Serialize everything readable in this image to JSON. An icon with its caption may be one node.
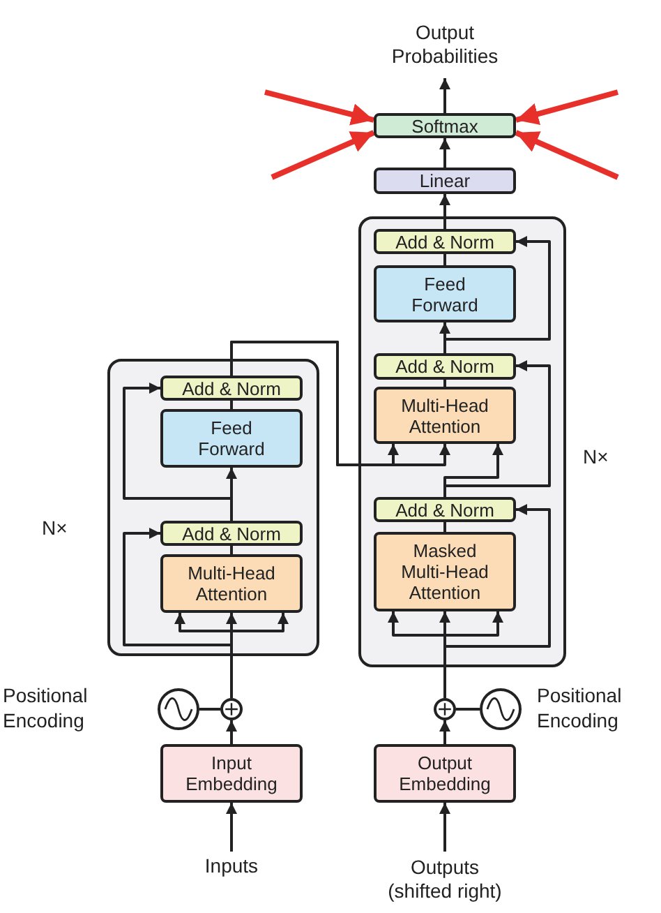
{
  "diagram": {
    "nodes": [
      {
        "text": [],
        "shape": "box"
      },
      {
        "text": [
          "Add & Norm"
        ],
        "in": 0
      },
      {
        "text": [
          "Feed Forward"
        ],
        "in": 0
      },
      {
        "text": [
          "Add & Norm"
        ],
        "in": 0
      },
      {
        "text": [
          "Multi-Head Attention"
        ],
        "in": 0
      },
      {
        "text": [],
        "shape": "box"
      },
      {
        "text": [
          "Add & Norm"
        ],
        "in": 5
      },
      {
        "text": [
          "Feed Forward"
        ],
        "in": 5
      },
      {
        "text": [
          "Add & Norm"
        ],
        "in": 5
      },
      {
        "text": [
          "Multi-Head Attention"
        ],
        "in": 5
      },
      {
        "text": [
          "Add & Norm"
        ],
        "in": 5
      },
      {
        "text": [
          "Masked Multi-Head Attention"
        ],
        "in": 5
      },
      {
        "text": [
          "Linear"
        ]
      },
      {
        "text": [
          "Softmax"
        ]
      },
      {
        "text": [
          "Output Probabilities"
        ]
      },
      {
        "text": [
          "Input Embedding"
        ]
      },
      {
        "text": [
          "Output Embedding"
        ]
      },
      {
        "text": [
          "Inputs"
        ]
      },
      {
        "text": [
          "Outputs (shifted right)"
        ]
      },
      {
        "text": [],
        "shape": "circle"
      },
      {
        "text": [],
        "shape": "circle",
        "beside": [
          "Positional Encoding"
        ]
      },
      {
        "text": [],
        "shape": "circle"
      },
      {
        "text": [],
        "shape": "circle",
        "beside": [
          "Positional Encoding"
        ]
      }
    ],
    "edges": [
      {
        "from": 17,
        "to": 15,
        "arrow": "to"
      },
      {
        "from": 15,
        "to": 19,
        "arrow": "to"
      },
      {
        "from": 20,
        "to": 19,
        "arrow": "none"
      },
      {
        "from": 19,
        "to": 4,
        "arrow": "to"
      },
      {
        "from": 19,
        "to": 3,
        "arrow": "to"
      },
      {
        "from": 4,
        "to": 3,
        "arrow": "none"
      },
      {
        "from": 3,
        "to": 2,
        "arrow": "to"
      },
      {
        "from": 3,
        "to": 1,
        "arrow": "to"
      },
      {
        "from": 2,
        "to": 1,
        "arrow": "none"
      },
      {
        "from": 1,
        "to": 9,
        "arrow": "to"
      },
      {
        "from": 18,
        "to": 16,
        "arrow": "to"
      },
      {
        "from": 16,
        "to": 21,
        "arrow": "to"
      },
      {
        "from": 22,
        "to": 21,
        "arrow": "none"
      },
      {
        "from": 21,
        "to": 11,
        "arrow": "to"
      },
      {
        "from": 21,
        "to": 10,
        "arrow": "to"
      },
      {
        "from": 11,
        "to": 10,
        "arrow": "none"
      },
      {
        "from": 10,
        "to": 9,
        "arrow": "to"
      },
      {
        "from": 10,
        "to": 8,
        "arrow": "to"
      },
      {
        "from": 9,
        "to": 8,
        "arrow": "none"
      },
      {
        "from": 8,
        "to": 7,
        "arrow": "to"
      },
      {
        "from": 8,
        "to": 6,
        "arrow": "to"
      },
      {
        "from": 7,
        "to": 6,
        "arrow": "none"
      },
      {
        "from": 6,
        "to": 12,
        "arrow": "to"
      },
      {
        "from": 12,
        "to": 13,
        "arrow": "to"
      },
      {
        "from": 13,
        "to": 14,
        "arrow": "to"
      },
      {
        "from": null,
        "to": 13,
        "arrow": "to",
        "style": "thick",
        "color": "#e8302a"
      },
      {
        "from": null,
        "to": 13,
        "arrow": "to",
        "style": "thick",
        "color": "#e8302a"
      },
      {
        "from": null,
        "to": 13,
        "arrow": "to",
        "style": "thick",
        "color": "#e8302a"
      },
      {
        "from": null,
        "to": 13,
        "arrow": "to",
        "style": "thick",
        "color": "#e8302a"
      },
      {
        "from": 19,
        "to": 4,
        "arrow": "to"
      },
      {
        "from": 19,
        "to": 4,
        "arrow": "to"
      },
      {
        "from": 21,
        "to": 11,
        "arrow": "to"
      },
      {
        "from": 21,
        "to": 11,
        "arrow": "to"
      },
      {
        "from": 1,
        "to": 9,
        "arrow": "to"
      }
    ],
    "labels": [
      "N×",
      "N×"
    ]
  }
}
